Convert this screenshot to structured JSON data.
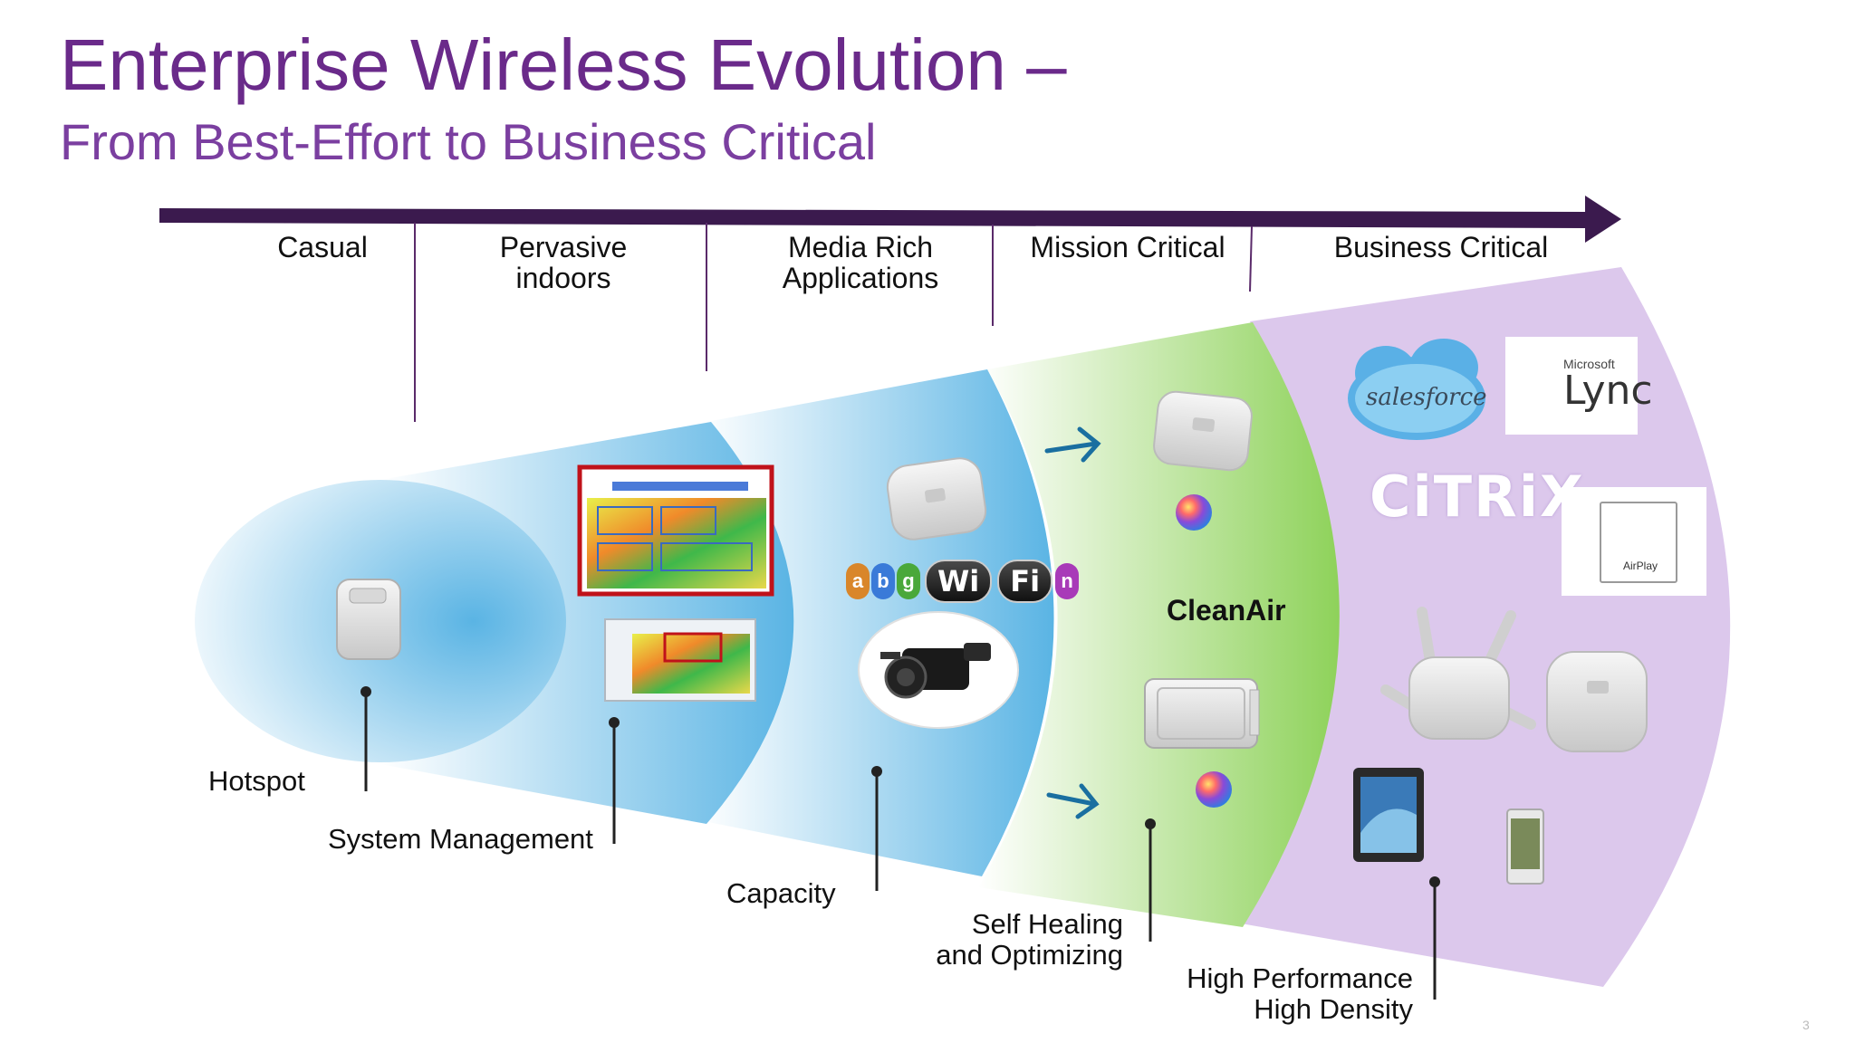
{
  "slide": {
    "title": "Enterprise Wireless Evolution –",
    "subtitle": "From Best-Effort to Business Critical",
    "page_number": "3"
  },
  "stages": [
    {
      "line1": "Casual",
      "line2": ""
    },
    {
      "line1": "Pervasive",
      "line2": "indoors"
    },
    {
      "line1": "Media Rich",
      "line2": "Applications"
    },
    {
      "line1": "Mission Critical",
      "line2": ""
    },
    {
      "line1": "Business Critical",
      "line2": ""
    }
  ],
  "capabilities": [
    {
      "line1": "Hotspot",
      "line2": ""
    },
    {
      "line1": "System Management",
      "line2": ""
    },
    {
      "line1": "Capacity",
      "line2": ""
    },
    {
      "line1": "Self Healing",
      "line2": "and Optimizing"
    },
    {
      "line1": "High Performance",
      "line2": "High Density"
    }
  ],
  "labels": {
    "cleanair": "CleanAir",
    "wifi_letters": [
      "a",
      "b",
      "g",
      "n"
    ],
    "wifi_word_1": "Wi",
    "wifi_word_2": "Fi",
    "salesforce": "salesforce",
    "lync_small": "Microsoft",
    "lync": "Lync",
    "citrix": "CiTRiX",
    "airplay": "AirPlay"
  },
  "colors": {
    "title": "#6a2a8a",
    "arrow": "#3b1a4e",
    "zone_hotspot": "#5ab4e4",
    "zone_blue": "#5ab4e4",
    "zone_green": "#8ed25a",
    "zone_purple": "#dcc8ec",
    "accent_arrow": "#1a6fa0"
  }
}
